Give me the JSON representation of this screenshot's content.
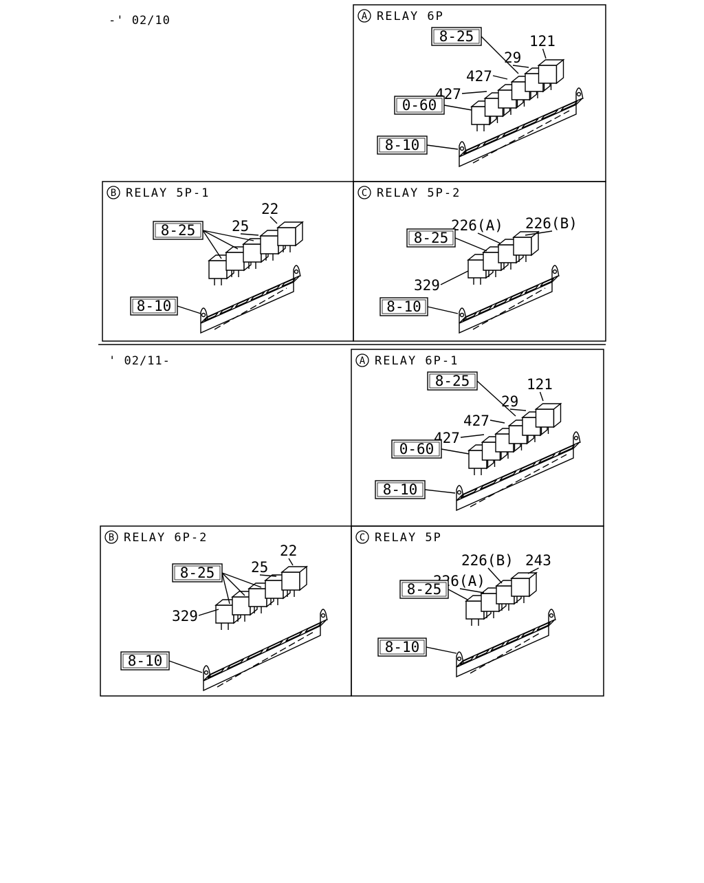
{
  "period_top": "-' 02/10",
  "period_bottom": "' 02/11-",
  "panels": [
    {
      "id": "a1",
      "marker": "A",
      "title": "RELAY 6P",
      "relays": 6,
      "labels": [
        {
          "text": "8-25",
          "boxed": true
        },
        {
          "text": "121",
          "boxed": false
        },
        {
          "text": "29",
          "boxed": false
        },
        {
          "text": "427",
          "boxed": false
        },
        {
          "text": "427",
          "boxed": false
        },
        {
          "text": "0-60",
          "boxed": true
        },
        {
          "text": "8-10",
          "boxed": true
        }
      ]
    },
    {
      "id": "b1",
      "marker": "B",
      "title": "RELAY 5P-1",
      "relays": 5,
      "labels": [
        {
          "text": "22",
          "boxed": false
        },
        {
          "text": "25",
          "boxed": false
        },
        {
          "text": "8-25",
          "boxed": true
        },
        {
          "text": "8-10",
          "boxed": true
        }
      ]
    },
    {
      "id": "c1",
      "marker": "C",
      "title": "RELAY 5P-2",
      "relays": 4,
      "labels": [
        {
          "text": "226(A)",
          "boxed": false
        },
        {
          "text": "226(B)",
          "boxed": false
        },
        {
          "text": "8-25",
          "boxed": true
        },
        {
          "text": "329",
          "boxed": false
        },
        {
          "text": "8-10",
          "boxed": true
        }
      ]
    },
    {
      "id": "a2",
      "marker": "A",
      "title": "RELAY 6P-1",
      "relays": 6,
      "labels": [
        {
          "text": "8-25",
          "boxed": true
        },
        {
          "text": "121",
          "boxed": false
        },
        {
          "text": "29",
          "boxed": false
        },
        {
          "text": "427",
          "boxed": false
        },
        {
          "text": "427",
          "boxed": false
        },
        {
          "text": "0-60",
          "boxed": true
        },
        {
          "text": "8-10",
          "boxed": true
        }
      ]
    },
    {
      "id": "b2",
      "marker": "B",
      "title": "RELAY 6P-2",
      "relays": 5,
      "labels": [
        {
          "text": "22",
          "boxed": false
        },
        {
          "text": "25",
          "boxed": false
        },
        {
          "text": "8-25",
          "boxed": true
        },
        {
          "text": "329",
          "boxed": false
        },
        {
          "text": "8-10",
          "boxed": true
        }
      ]
    },
    {
      "id": "c2",
      "marker": "C",
      "title": "RELAY 5P",
      "relays": 4,
      "labels": [
        {
          "text": "226(B)",
          "boxed": false
        },
        {
          "text": "243",
          "boxed": false
        },
        {
          "text": "226(A)",
          "boxed": false
        },
        {
          "text": "8-25",
          "boxed": true
        },
        {
          "text": "8-10",
          "boxed": true
        }
      ]
    }
  ]
}
